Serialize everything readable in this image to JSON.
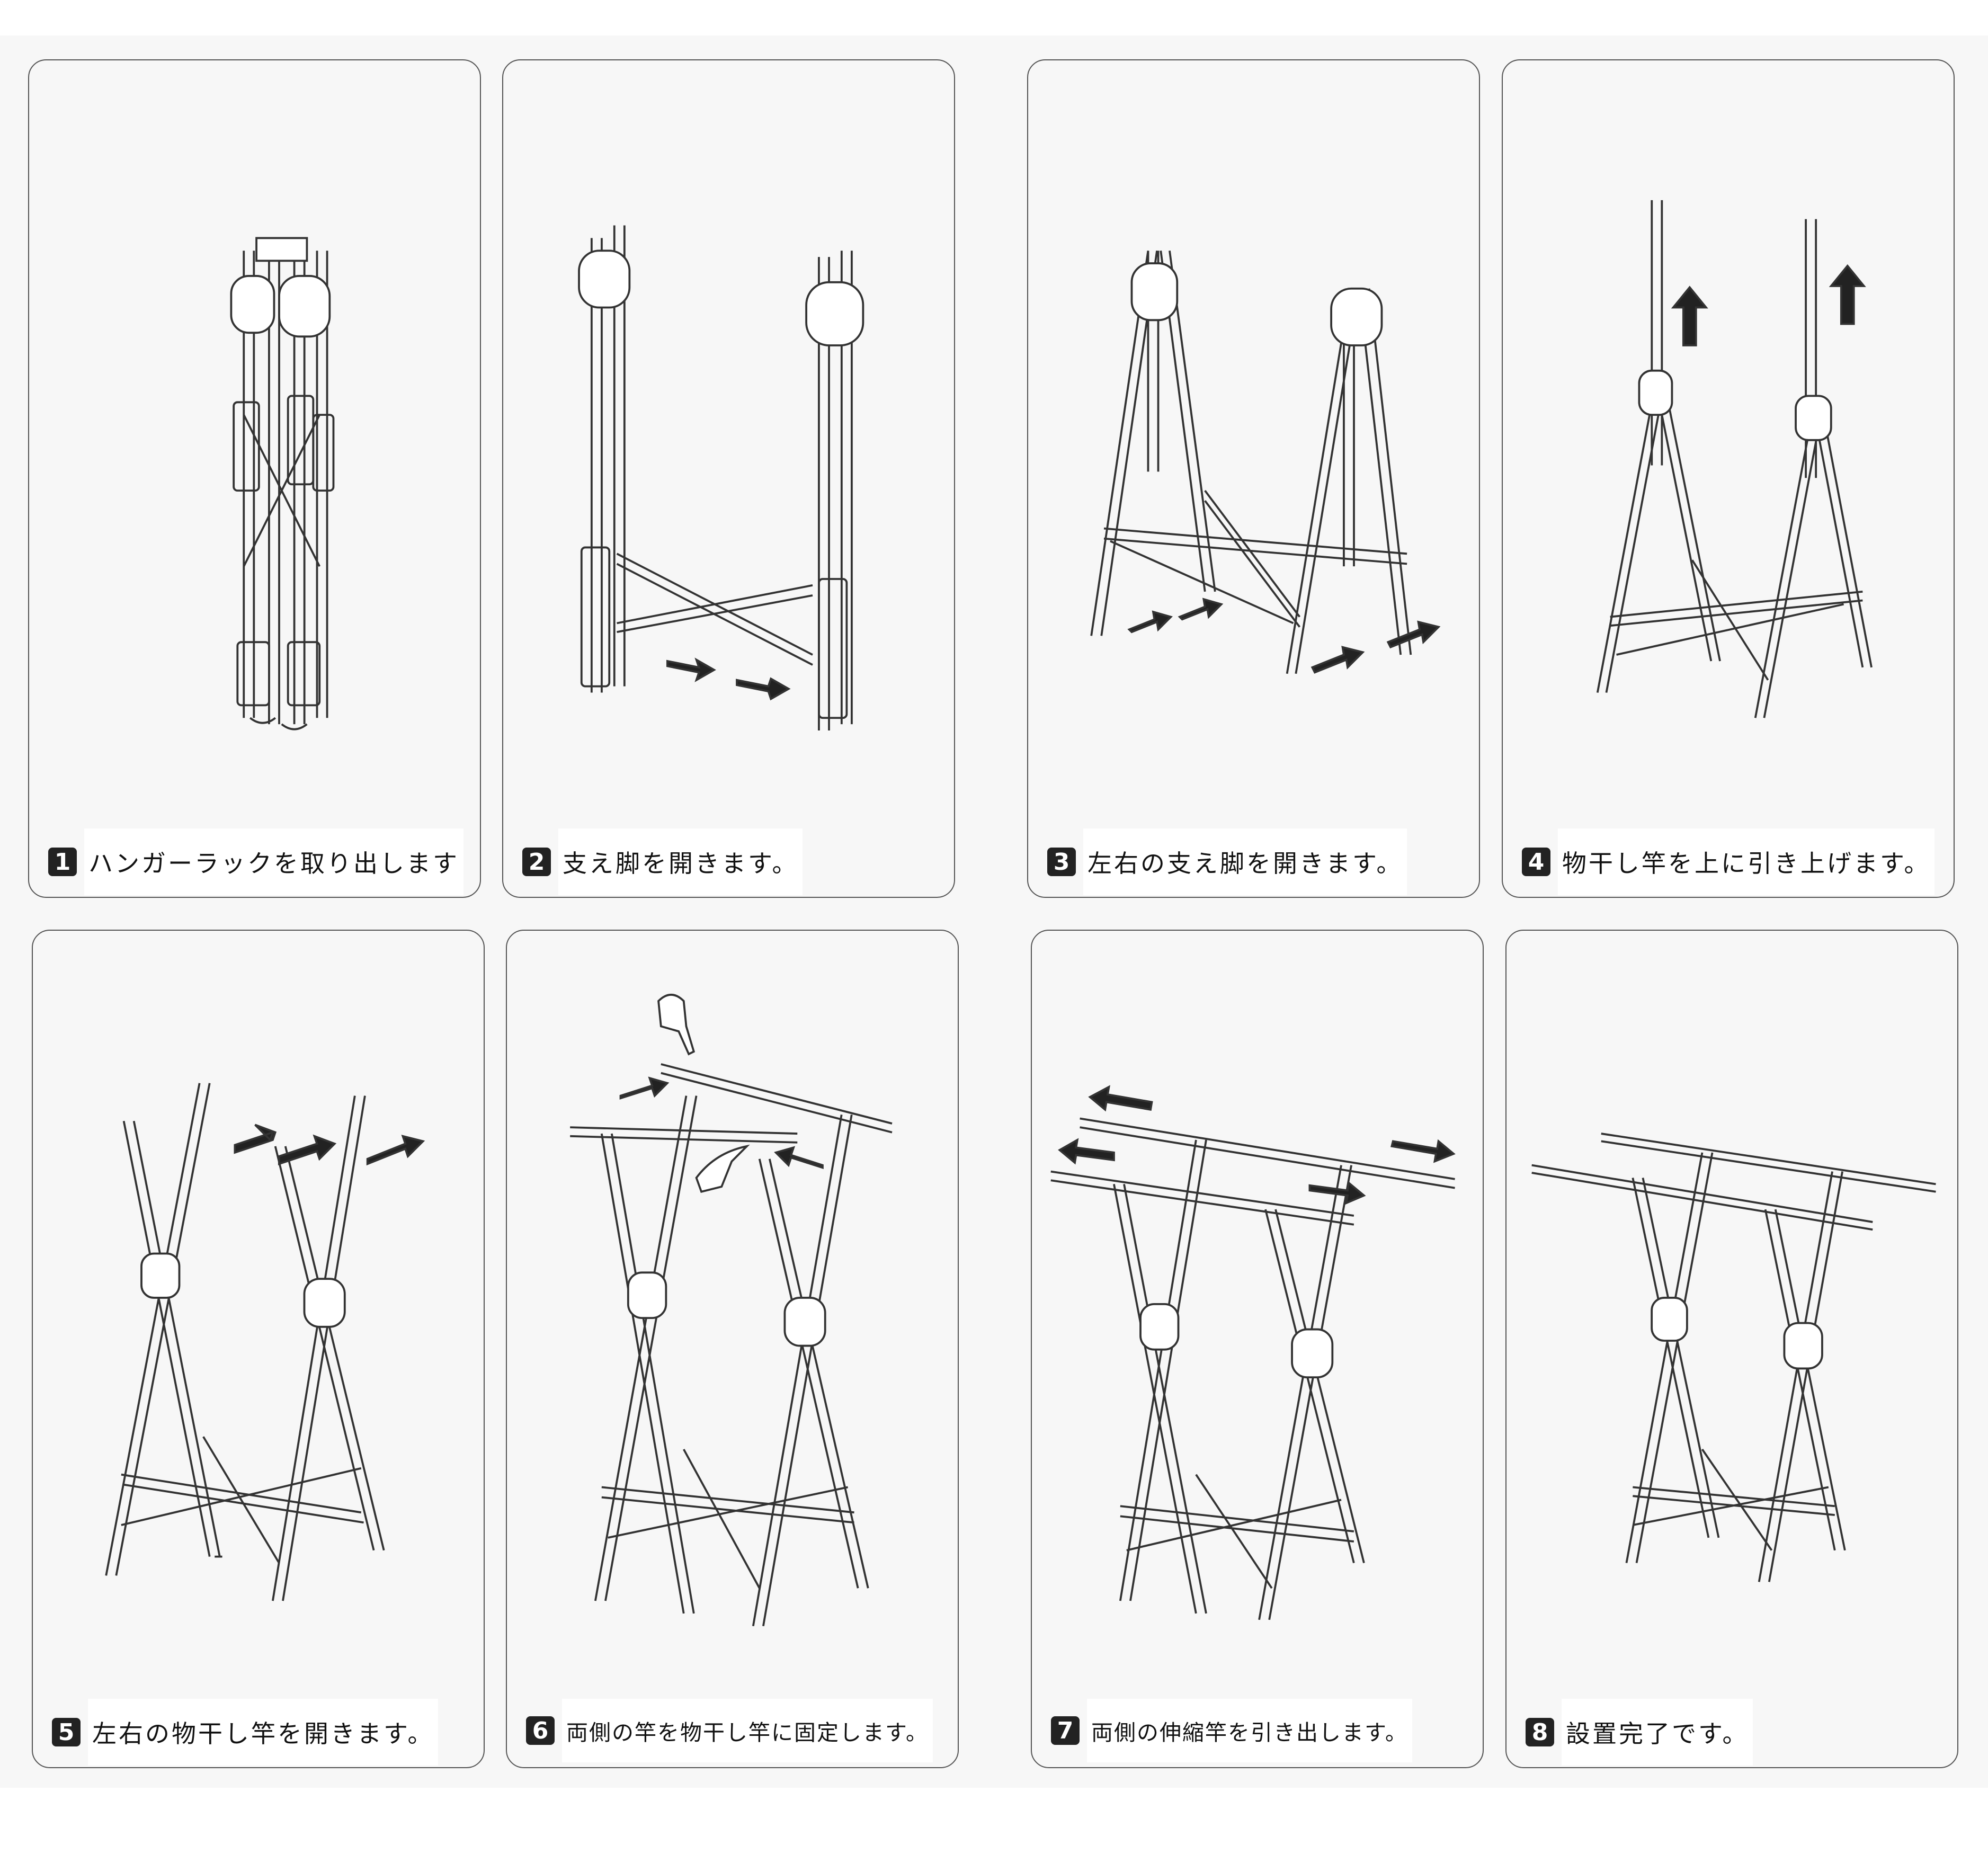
{
  "steps": [
    {
      "num": "1",
      "text": "ハンガーラックを取り出します"
    },
    {
      "num": "2",
      "text": "支え脚を開きます。"
    },
    {
      "num": "3",
      "text": "左右の支え脚を開きます。"
    },
    {
      "num": "4",
      "text": "物干し竿を上に引き上げます。"
    },
    {
      "num": "5",
      "text": "左右の物干し竿を開きます。"
    },
    {
      "num": "6",
      "text": "両側の竿を物干し竿に固定します。"
    },
    {
      "num": "7",
      "text": "両側の伸縮竿を引き出します。"
    },
    {
      "num": "8",
      "text": "設置完了です。"
    }
  ]
}
